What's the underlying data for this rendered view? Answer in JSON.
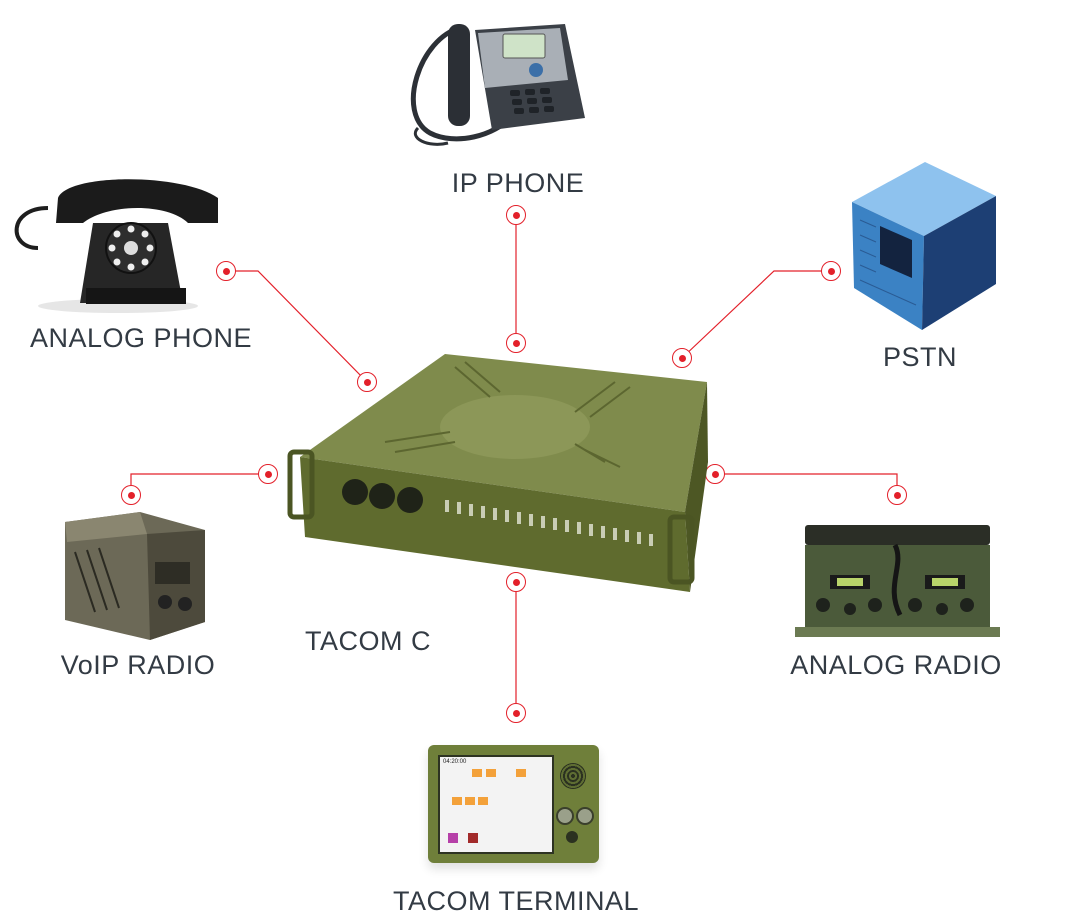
{
  "center": {
    "label": "TACOM C"
  },
  "nodes": [
    {
      "id": "ip-phone",
      "label": "IP PHONE"
    },
    {
      "id": "analog-phone",
      "label": "ANALOG PHONE"
    },
    {
      "id": "pstn",
      "label": "PSTN"
    },
    {
      "id": "voip-radio",
      "label": "VoIP RADIO"
    },
    {
      "id": "analog-radio",
      "label": "ANALOG RADIO"
    },
    {
      "id": "tacom-terminal",
      "label": "TACOM TERMINAL"
    }
  ],
  "colors": {
    "connector": "#e3202a",
    "label": "#333b44",
    "olive": "#6f7f3a",
    "pstn_blue": "#3a78b8"
  },
  "terminal_screen": {
    "clock": "04:20:00"
  }
}
